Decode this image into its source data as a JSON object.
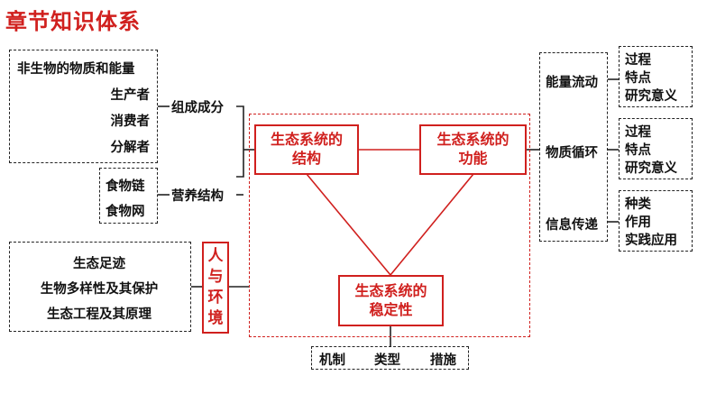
{
  "title": "章节知识体系",
  "left": {
    "composition_items": [
      "非生物的物质和能量",
      "生产者",
      "消费者",
      "分解者"
    ],
    "composition_label": "组成成分",
    "trophic_items": [
      "食物链",
      "食物网"
    ],
    "trophic_label": "营养结构"
  },
  "center": {
    "structure": "生态系统的\n结构",
    "function": "生态系统的\n功能",
    "stability": "生态系统的\n稳定性",
    "stability_items": [
      "机制",
      "类型",
      "措施"
    ]
  },
  "human": {
    "label": "人\n与\n环\n境",
    "items": [
      "生态足迹",
      "生物多样性及其保护",
      "生态工程及其原理"
    ]
  },
  "right": {
    "energy_label": "能量流动",
    "matter_label": "物质循环",
    "info_label": "信息传递",
    "energy_items": [
      "过程",
      "特点",
      "研究意义"
    ],
    "matter_items": [
      "过程",
      "特点",
      "研究意义"
    ],
    "info_items": [
      "种类",
      "作用",
      "实践应用"
    ]
  },
  "colors": {
    "accent": "#d0201e",
    "line": "#222222"
  }
}
